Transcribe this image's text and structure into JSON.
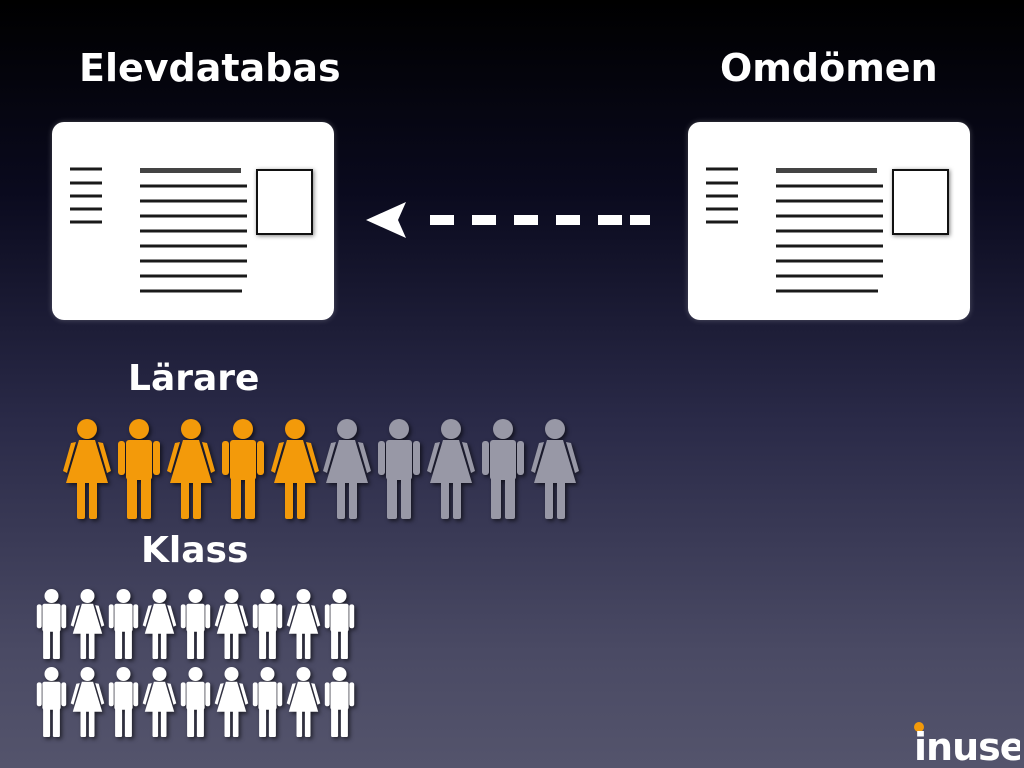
{
  "titles": {
    "left_document": "Elevdatabas",
    "right_document": "Omdömen",
    "teachers": "Lärare",
    "class": "Klass"
  },
  "colors": {
    "highlight": "#f39a0a",
    "inactive": "#9898a6",
    "student": "#ffffff"
  },
  "teachers": {
    "highlighted_count": 5,
    "people": [
      "female",
      "male",
      "female",
      "male",
      "female",
      "female",
      "male",
      "female",
      "male",
      "female"
    ]
  },
  "class": {
    "rows": [
      [
        "male",
        "female",
        "male",
        "female",
        "male",
        "female",
        "male",
        "female",
        "male"
      ],
      [
        "male",
        "female",
        "male",
        "female",
        "male",
        "female",
        "male",
        "female",
        "male"
      ]
    ]
  },
  "icons": {
    "arrow": "dashed-left-arrow-icon",
    "document": "document-card-icon",
    "male": "male-person-icon",
    "female": "female-person-icon"
  },
  "logo": {
    "text": "inuse"
  }
}
